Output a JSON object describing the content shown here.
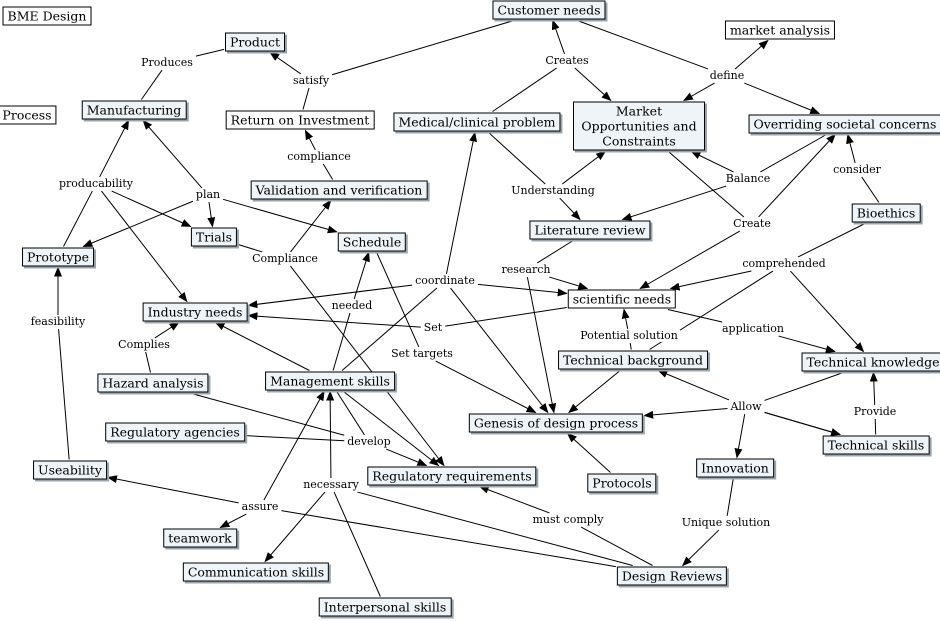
{
  "colors": {
    "node_fill": "#eef4f8",
    "plain_fill": "#ffffff",
    "line": "#000000"
  },
  "concepts": [
    {
      "id": "bme",
      "label": "BME Design",
      "style": "plain"
    },
    {
      "id": "process",
      "label": "Process",
      "style": "plain"
    },
    {
      "id": "product",
      "label": "Product",
      "style": "shaded"
    },
    {
      "id": "manufacturing",
      "label": "Manufacturing",
      "style": "shaded"
    },
    {
      "id": "roi",
      "label": "Return on Investment",
      "style": "plain"
    },
    {
      "id": "vv",
      "label": "Validation and verification",
      "style": "shaded"
    },
    {
      "id": "customer",
      "label": "Customer needs",
      "style": "shaded"
    },
    {
      "id": "market_analysis",
      "label": "market analysis",
      "style": "plain"
    },
    {
      "id": "medical",
      "label": "Medical/clinical problem",
      "style": "shaded"
    },
    {
      "id": "market_opp",
      "label": "Market Opportunities and Constraints",
      "style": "shaded"
    },
    {
      "id": "societal",
      "label": "Overriding societal concerns",
      "style": "shaded"
    },
    {
      "id": "bioethics",
      "label": "Bioethics",
      "style": "shaded"
    },
    {
      "id": "lit",
      "label": "Literature review",
      "style": "shaded"
    },
    {
      "id": "prototype",
      "label": "Prototype",
      "style": "shaded"
    },
    {
      "id": "trials",
      "label": "Trials",
      "style": "shaded"
    },
    {
      "id": "schedule",
      "label": "Schedule",
      "style": "shaded"
    },
    {
      "id": "industry",
      "label": "Industry needs",
      "style": "shaded"
    },
    {
      "id": "scientific",
      "label": "scientific needs",
      "style": "plain"
    },
    {
      "id": "tech_bg",
      "label": "Technical background",
      "style": "shaded"
    },
    {
      "id": "tech_know",
      "label": "Technical knowledge",
      "style": "shaded"
    },
    {
      "id": "hazard",
      "label": "Hazard analysis",
      "style": "shaded"
    },
    {
      "id": "mgmt",
      "label": "Management skills",
      "style": "shaded"
    },
    {
      "id": "genesis",
      "label": "Genesis of design process",
      "style": "shaded"
    },
    {
      "id": "reg_agencies",
      "label": "Regulatory agencies",
      "style": "shaded"
    },
    {
      "id": "tech_skills",
      "label": "Technical skills",
      "style": "shaded"
    },
    {
      "id": "useability",
      "label": "Useability",
      "style": "shaded"
    },
    {
      "id": "reg_req",
      "label": "Regulatory requirements",
      "style": "shaded"
    },
    {
      "id": "innovation",
      "label": "Innovation",
      "style": "shaded"
    },
    {
      "id": "protocols",
      "label": "Protocols",
      "style": "shaded"
    },
    {
      "id": "teamwork",
      "label": "teamwork",
      "style": "shaded"
    },
    {
      "id": "comm",
      "label": "Communication skills",
      "style": "shaded"
    },
    {
      "id": "design_reviews",
      "label": "Design Reviews",
      "style": "shaded"
    },
    {
      "id": "interpersonal",
      "label": "Interpersonal skills",
      "style": "shaded"
    }
  ],
  "linking_words": [
    {
      "id": "produces",
      "label": "Produces"
    },
    {
      "id": "satisfy",
      "label": "satisfy"
    },
    {
      "id": "creates",
      "label": "Creates"
    },
    {
      "id": "define",
      "label": "define"
    },
    {
      "id": "compliance1",
      "label": "compliance"
    },
    {
      "id": "producability",
      "label": "producability"
    },
    {
      "id": "plan",
      "label": "plan"
    },
    {
      "id": "understanding",
      "label": "Understanding"
    },
    {
      "id": "balance",
      "label": "Balance"
    },
    {
      "id": "consider",
      "label": "consider"
    },
    {
      "id": "create2",
      "label": "Create"
    },
    {
      "id": "compliance2",
      "label": "Compliance"
    },
    {
      "id": "coordinate",
      "label": "coordinate"
    },
    {
      "id": "research",
      "label": "research"
    },
    {
      "id": "comprehended",
      "label": "comprehended"
    },
    {
      "id": "feasibility",
      "label": "feasibility"
    },
    {
      "id": "needed",
      "label": "needed"
    },
    {
      "id": "set",
      "label": "Set"
    },
    {
      "id": "potential",
      "label": "Potential solution"
    },
    {
      "id": "application",
      "label": "application"
    },
    {
      "id": "complies",
      "label": "Complies"
    },
    {
      "id": "set_targets",
      "label": "Set targets"
    },
    {
      "id": "allow",
      "label": "Allow"
    },
    {
      "id": "provide",
      "label": "Provide"
    },
    {
      "id": "develop",
      "label": "develop"
    },
    {
      "id": "assure",
      "label": "assure"
    },
    {
      "id": "necessary",
      "label": "necessary"
    },
    {
      "id": "must_comply",
      "label": "must comply"
    },
    {
      "id": "unique",
      "label": "Unique solution"
    }
  ],
  "connections": [
    {
      "from": "manufacturing",
      "to": "produces",
      "arrow": false
    },
    {
      "from": "produces",
      "to": "product",
      "arrow": false
    },
    {
      "from": "customer",
      "to": "satisfy",
      "arrow": false
    },
    {
      "from": "satisfy",
      "to": "product",
      "arrow": true
    },
    {
      "from": "satisfy",
      "to": "roi",
      "arrow": false
    },
    {
      "from": "creates",
      "to": "customer",
      "arrow": true
    },
    {
      "from": "creates",
      "to": "market_opp",
      "arrow": true
    },
    {
      "from": "creates",
      "to": "medical",
      "arrow": false
    },
    {
      "from": "customer",
      "to": "define",
      "arrow": false
    },
    {
      "from": "define",
      "to": "market_analysis",
      "arrow": true
    },
    {
      "from": "define",
      "to": "market_opp",
      "arrow": true
    },
    {
      "from": "define",
      "to": "societal",
      "arrow": true
    },
    {
      "from": "vv",
      "to": "compliance1",
      "arrow": false
    },
    {
      "from": "compliance1",
      "to": "roi",
      "arrow": true
    },
    {
      "from": "prototype",
      "to": "producability",
      "arrow": false
    },
    {
      "from": "producability",
      "to": "manufacturing",
      "arrow": true
    },
    {
      "from": "producability",
      "to": "trials",
      "arrow": true
    },
    {
      "from": "producability",
      "to": "industry",
      "arrow": true
    },
    {
      "from": "plan",
      "to": "manufacturing",
      "arrow": true
    },
    {
      "from": "plan",
      "to": "prototype",
      "arrow": true
    },
    {
      "from": "plan",
      "to": "trials",
      "arrow": true
    },
    {
      "from": "plan",
      "to": "schedule",
      "arrow": true
    },
    {
      "from": "medical",
      "to": "understanding",
      "arrow": false
    },
    {
      "from": "understanding",
      "to": "market_opp",
      "arrow": true
    },
    {
      "from": "understanding",
      "to": "lit",
      "arrow": true
    },
    {
      "from": "societal",
      "to": "balance",
      "arrow": false
    },
    {
      "from": "balance",
      "to": "market_opp",
      "arrow": true
    },
    {
      "from": "balance",
      "to": "lit",
      "arrow": true
    },
    {
      "from": "bioethics",
      "to": "consider",
      "arrow": false
    },
    {
      "from": "consider",
      "to": "societal",
      "arrow": true
    },
    {
      "from": "market_opp",
      "to": "create2",
      "arrow": false
    },
    {
      "from": "create2",
      "to": "scientific",
      "arrow": true
    },
    {
      "from": "create2",
      "to": "societal",
      "arrow": true
    },
    {
      "from": "trials",
      "to": "compliance2",
      "arrow": false
    },
    {
      "from": "compliance2",
      "to": "vv",
      "arrow": true
    },
    {
      "from": "compliance2",
      "to": "reg_req",
      "arrow": true
    },
    {
      "from": "mgmt",
      "to": "coordinate",
      "arrow": false
    },
    {
      "from": "coordinate",
      "to": "industry",
      "arrow": true
    },
    {
      "from": "coordinate",
      "to": "scientific",
      "arrow": true
    },
    {
      "from": "coordinate",
      "to": "medical",
      "arrow": true
    },
    {
      "from": "coordinate",
      "to": "genesis",
      "arrow": true
    },
    {
      "from": "lit",
      "to": "research",
      "arrow": false
    },
    {
      "from": "research",
      "to": "scientific",
      "arrow": true
    },
    {
      "from": "research",
      "to": "genesis",
      "arrow": true
    },
    {
      "from": "bioethics",
      "to": "comprehended",
      "arrow": false
    },
    {
      "from": "comprehended",
      "to": "scientific",
      "arrow": true
    },
    {
      "from": "comprehended",
      "to": "tech_know",
      "arrow": true
    },
    {
      "from": "comprehended",
      "to": "tech_bg",
      "arrow": false
    },
    {
      "from": "useability",
      "to": "feasibility",
      "arrow": false
    },
    {
      "from": "feasibility",
      "to": "prototype",
      "arrow": true
    },
    {
      "from": "mgmt",
      "to": "needed",
      "arrow": false
    },
    {
      "from": "needed",
      "to": "schedule",
      "arrow": true
    },
    {
      "from": "scientific",
      "to": "set",
      "arrow": false
    },
    {
      "from": "set",
      "to": "industry",
      "arrow": true
    },
    {
      "from": "tech_bg",
      "to": "potential",
      "arrow": false
    },
    {
      "from": "potential",
      "to": "scientific",
      "arrow": true
    },
    {
      "from": "scientific",
      "to": "application",
      "arrow": false
    },
    {
      "from": "application",
      "to": "tech_know",
      "arrow": true
    },
    {
      "from": "hazard",
      "to": "complies",
      "arrow": false
    },
    {
      "from": "complies",
      "to": "industry",
      "arrow": true
    },
    {
      "from": "schedule",
      "to": "set_targets",
      "arrow": false
    },
    {
      "from": "set_targets",
      "to": "genesis",
      "arrow": true
    },
    {
      "from": "tech_skills",
      "to": "allow",
      "arrow": false
    },
    {
      "from": "tech_know",
      "to": "allow",
      "arrow": false
    },
    {
      "from": "allow",
      "to": "tech_bg",
      "arrow": true
    },
    {
      "from": "allow",
      "to": "genesis",
      "arrow": true
    },
    {
      "from": "allow",
      "to": "innovation",
      "arrow": true
    },
    {
      "from": "allow",
      "to": "tech_skills",
      "arrow": true
    },
    {
      "from": "tech_bg",
      "to": "genesis",
      "arrow": true
    },
    {
      "from": "tech_skills",
      "to": "provide",
      "arrow": false
    },
    {
      "from": "provide",
      "to": "tech_know",
      "arrow": true
    },
    {
      "from": "reg_agencies",
      "to": "develop",
      "arrow": false
    },
    {
      "from": "hazard",
      "to": "develop",
      "arrow": false
    },
    {
      "from": "mgmt",
      "to": "develop",
      "arrow": false
    },
    {
      "from": "develop",
      "to": "reg_req",
      "arrow": true
    },
    {
      "from": "mgmt",
      "to": "industry",
      "arrow": true
    },
    {
      "from": "mgmt",
      "to": "reg_req",
      "arrow": true
    },
    {
      "from": "protocols",
      "to": "genesis",
      "arrow": true
    },
    {
      "from": "design_reviews",
      "to": "assure",
      "arrow": false
    },
    {
      "from": "assure",
      "to": "useability",
      "arrow": true
    },
    {
      "from": "assure",
      "to": "teamwork",
      "arrow": true
    },
    {
      "from": "assure",
      "to": "mgmt",
      "arrow": true
    },
    {
      "from": "design_reviews",
      "to": "necessary",
      "arrow": false
    },
    {
      "from": "interpersonal",
      "to": "necessary",
      "arrow": false
    },
    {
      "from": "necessary",
      "to": "mgmt",
      "arrow": true
    },
    {
      "from": "necessary",
      "to": "comm",
      "arrow": true
    },
    {
      "from": "design_reviews",
      "to": "must_comply",
      "arrow": false
    },
    {
      "from": "must_comply",
      "to": "reg_req",
      "arrow": true
    },
    {
      "from": "innovation",
      "to": "unique",
      "arrow": false
    },
    {
      "from": "unique",
      "to": "design_reviews",
      "arrow": true
    }
  ]
}
